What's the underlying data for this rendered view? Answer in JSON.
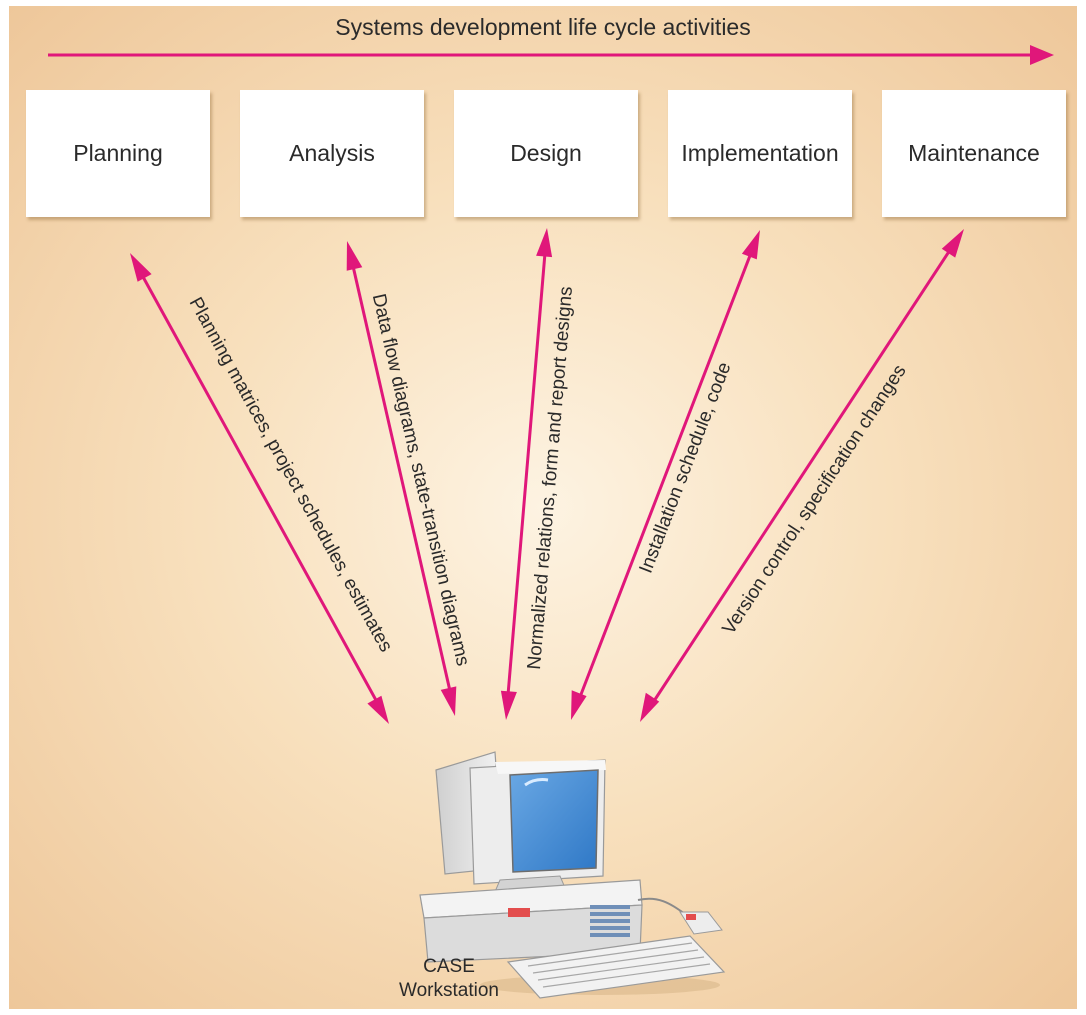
{
  "diagram": {
    "title": "Systems development life cycle activities",
    "phases": [
      "Planning",
      "Analysis",
      "Design",
      "Implementation",
      "Maintenance"
    ],
    "outputs": [
      "Planning matrices, project schedules, estimates",
      "Data flow diagrams, state-transition diagrams",
      "Normalized relations, form and report designs",
      "Installation schedule, code",
      "Version control, specification changes"
    ],
    "workstation_label_line1": "CASE",
    "workstation_label_line2": "Workstation",
    "arrow_color": "#e0177a"
  }
}
